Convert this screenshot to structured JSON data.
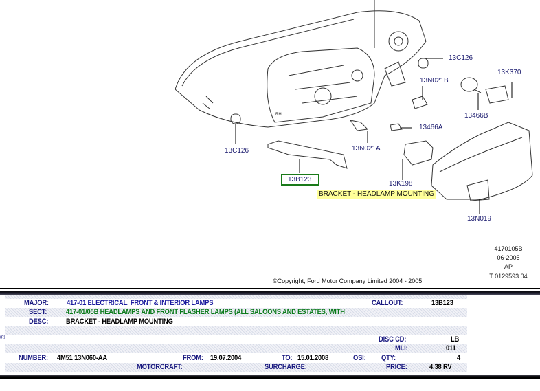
{
  "diagram": {
    "callouts": [
      "13C126",
      "13K370",
      "13N021B",
      "13466B",
      "13466A",
      "13C126",
      "13N021A",
      "13B123",
      "13K198",
      "13N019"
    ],
    "highlighted_callout": "13B123",
    "tooltip": "BRACKET - HEADLAMP MOUNTING",
    "copyright": "©Copyright, Ford Motor Company Limited 2004 - 2005",
    "reference": [
      "4170105B",
      "06-2005",
      "AP",
      "T 0129593 04"
    ],
    "rh_mark": "RH",
    "registered_mark": "®"
  },
  "details": {
    "major_label": "MAJOR:",
    "major_value": "417-01  ELECTRICAL, FRONT & INTERIOR LAMPS",
    "callout_label": "CALLOUT:",
    "callout_value": "13B123",
    "sect_label": "SECT:",
    "sect_value": "417-01/05B  HEADLAMPS AND FRONT FLASHER LAMPS (ALL SALOONS AND ESTATES, WITH",
    "desc_label": "DESC:",
    "desc_value": "BRACKET - HEADLAMP MOUNTING",
    "disc_label": "DISC CD:",
    "disc_value": "LB",
    "mli_label": "MLI:",
    "mli_value": "011",
    "number_label": "NUMBER:",
    "number_value": "4M51 13N060-AA",
    "from_label": "FROM:",
    "from_value": "19.07.2004",
    "to_label": "TO:",
    "to_value": "15.01.2008",
    "osi_label": "OSI:",
    "qty_label": "QTY:",
    "qty_value": "4",
    "motorcraft_label": "MOTORCRAFT:",
    "surcharge_label": "SURCHARGE:",
    "price_label": "PRICE:",
    "price_value": "4,38 RV"
  },
  "colors": {
    "highlight": "#ffff99",
    "callout_box": "#1a7a1a",
    "label_blue": "#1a1a80",
    "sect_green": "#0a7a1a"
  }
}
